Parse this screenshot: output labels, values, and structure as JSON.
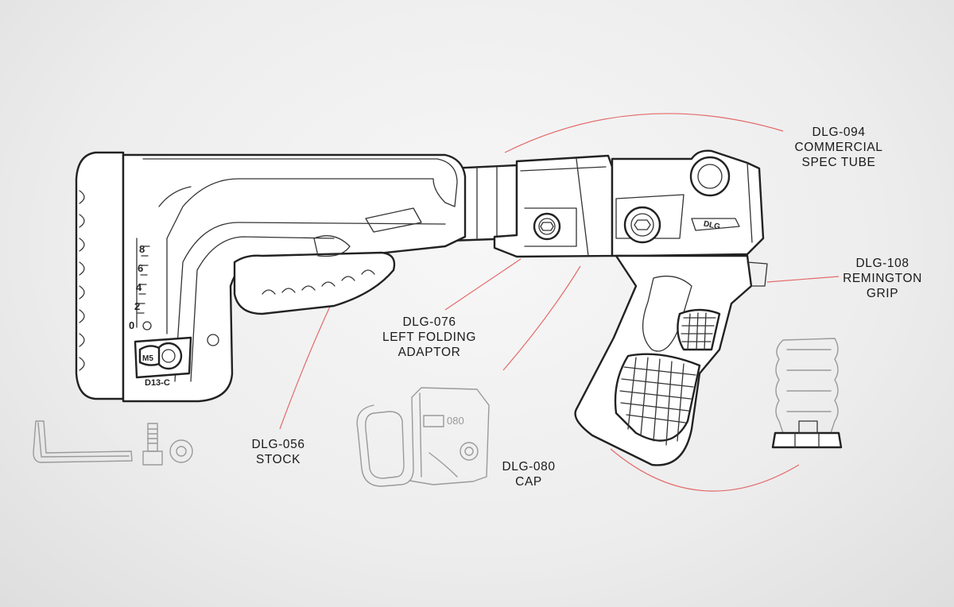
{
  "labels": {
    "tube": {
      "code": "DLG-094",
      "line2": "COMMERCIAL",
      "line3": "SPEC TUBE"
    },
    "grip": {
      "code": "DLG-108",
      "line2": "REMINGTON",
      "line3": "GRIP"
    },
    "adaptor": {
      "code": "DLG-076",
      "line2": "LEFT FOLDING",
      "line3": "ADAPTOR"
    },
    "stock": {
      "code": "DLG-056",
      "line2": "STOCK"
    },
    "cap": {
      "code": "DLG-080",
      "line2": "CAP"
    }
  },
  "part_markings": {
    "stock_scale": [
      "8",
      "6",
      "4",
      "2",
      "0"
    ],
    "stock_model": "D13-C",
    "stock_screw": "M5",
    "cap_number": "080",
    "grip_logo": "DLG"
  },
  "icons": [
    "hex-key-icon",
    "bolt-icon",
    "washer-icon",
    "spring-buffer-icon"
  ],
  "colors": {
    "leader_line": "#e46a6a",
    "ink": "#222222",
    "background": "#ededed"
  }
}
